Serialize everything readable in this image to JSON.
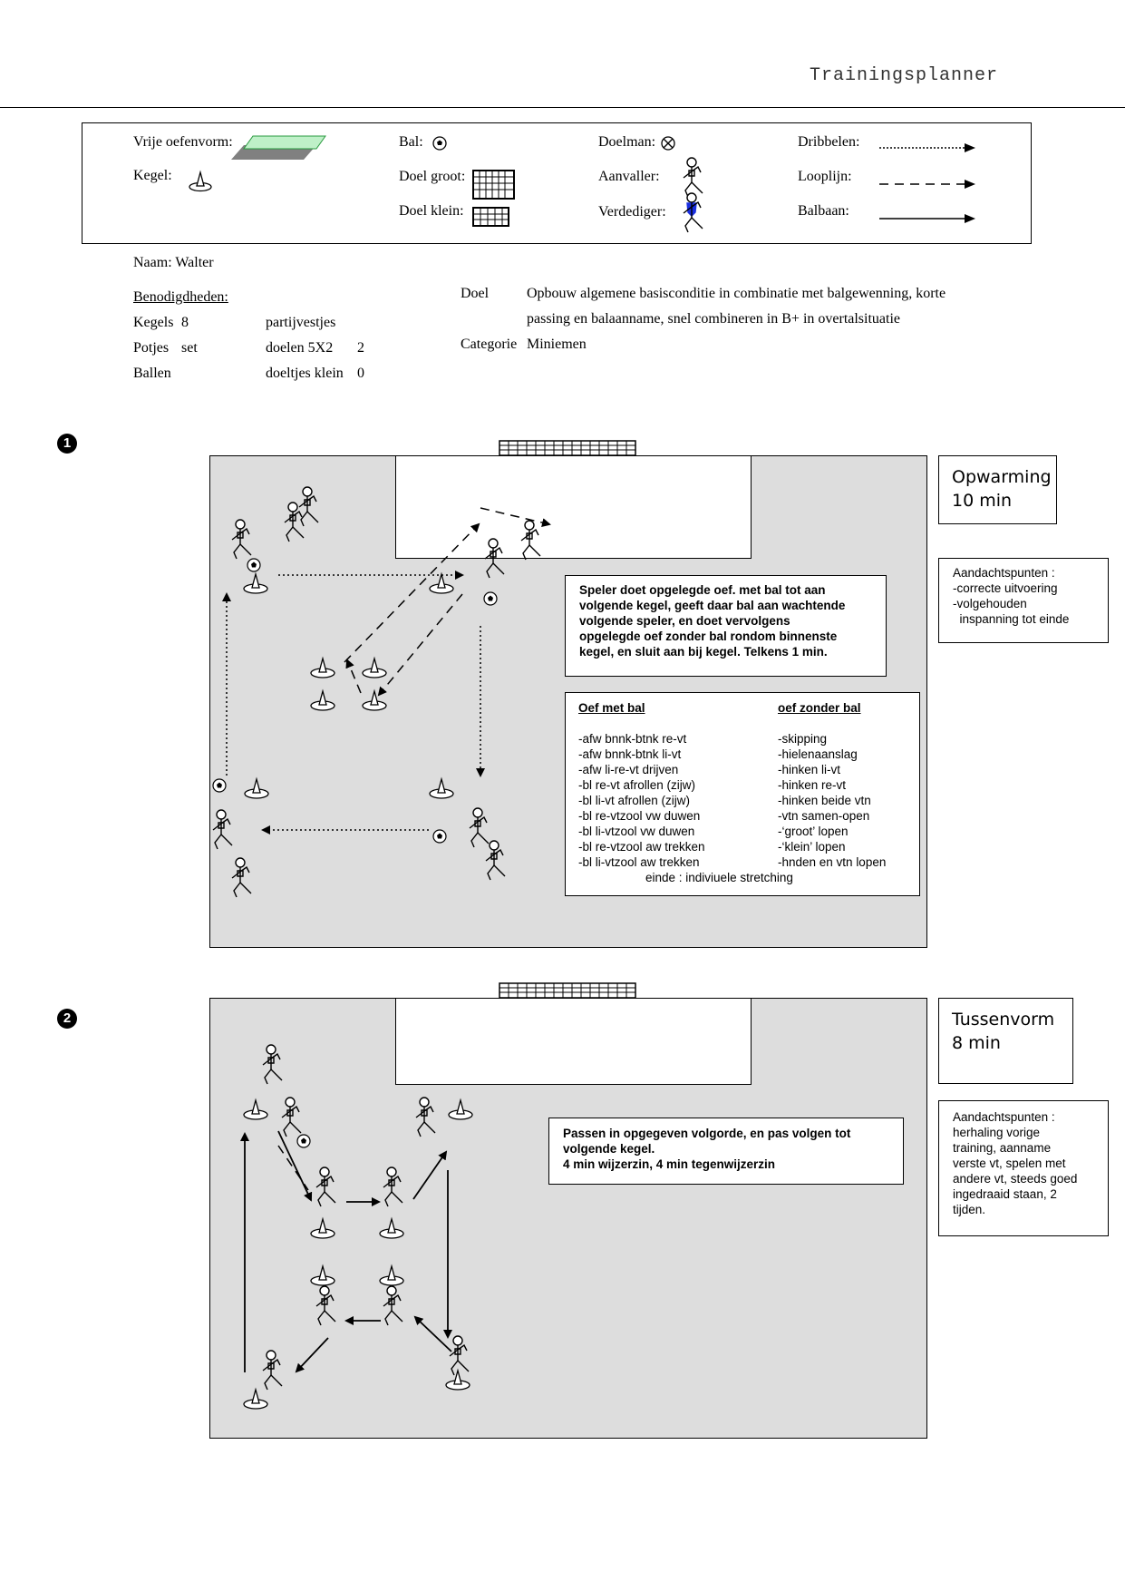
{
  "header": {
    "title": "Trainingsplanner"
  },
  "legend": {
    "vrije": "Vrije oefenvorm:",
    "kegel": "Kegel:",
    "bal": "Bal:",
    "doel_groot": "Doel groot:",
    "doel_klein": "Doel klein:",
    "doelman": "Doelman:",
    "aanvaller": "Aanvaller:",
    "verdediger": "Verdediger:",
    "dribbelen": "Dribbelen:",
    "looplijn": "Looplijn:",
    "balbaan": "Balbaan:"
  },
  "info": {
    "naam": "Naam: Walter",
    "benodigdheden": "Benodigdheden:",
    "kegels_label": "Kegels",
    "kegels_val": "8",
    "partijvestjes": "partijvestjes",
    "potjes_label": "Potjes",
    "potjes_val": "set",
    "doelen_label": "doelen 5X2",
    "doelen_val": "2",
    "ballen_label": "Ballen",
    "doeltjes_label": "doeltjes klein",
    "doeltjes_val": "0",
    "doel_label": "Doel",
    "doel_text_1": "Opbouw algemene basisconditie in combinatie met balgewenning, korte",
    "doel_text_2": "passing en balaanname, snel combineren in B+ in overtalsituatie",
    "categorie_label": "Categorie",
    "categorie_val": "Miniemen"
  },
  "exercise1": {
    "number": "❶",
    "title_1": "Opwarming",
    "title_2": "10 min",
    "aandacht": [
      "Aandachtspunten :",
      "-correcte uitvoering",
      "-volgehouden",
      "  inspanning tot einde"
    ],
    "desc": [
      "Speler doet opgelegde oef. met bal tot aan",
      "volgende kegel, geeft daar bal aan wachtende",
      "volgende speler, en doet vervolgens",
      "opgelegde oef zonder bal rondom binnenste",
      "kegel, en sluit aan bij kegel. Telkens 1 min."
    ],
    "col1_header": "Oef met bal",
    "col2_header": "oef zonder bal",
    "col1": [
      "-afw bnnk-btnk re-vt",
      "-afw bnnk-btnk li-vt",
      "-afw li-re-vt drijven",
      "-bl re-vt afrollen (zijw)",
      "-bl li-vt afrollen (zijw)",
      "-bl re-vtzool vw duwen",
      "-bl li-vtzool vw duwen",
      "-bl re-vtzool aw trekken",
      "-bl li-vtzool aw trekken"
    ],
    "col2": [
      "-skipping",
      "-hielenaanslag",
      "-hinken li-vt",
      "-hinken re-vt",
      "-hinken beide vtn",
      "-vtn samen-open",
      "-‘groot’ lopen",
      "-‘klein’ lopen",
      "-hnden en vtn lopen"
    ],
    "einde": "einde : indiviuele stretching"
  },
  "exercise2": {
    "number": "❷",
    "title_1": "Tussenvorm",
    "title_2": "8 min",
    "aandacht": [
      "Aandachtspunten :",
      "herhaling vorige",
      "training, aanname",
      "verste vt, spelen met",
      "andere vt, steeds goed",
      "ingedraaid staan, 2",
      "tijden."
    ],
    "desc": [
      "Passen in opgegeven volgorde, en pas volgen tot",
      "volgende kegel.",
      "4 min wijzerzin, 4 min tegenwijzerzin"
    ]
  },
  "colors": {
    "field": "#dddddd",
    "vrije_green": "#bff0c8",
    "vrije_gray": "#808080",
    "verdediger_blue": "#1a2ee0"
  }
}
